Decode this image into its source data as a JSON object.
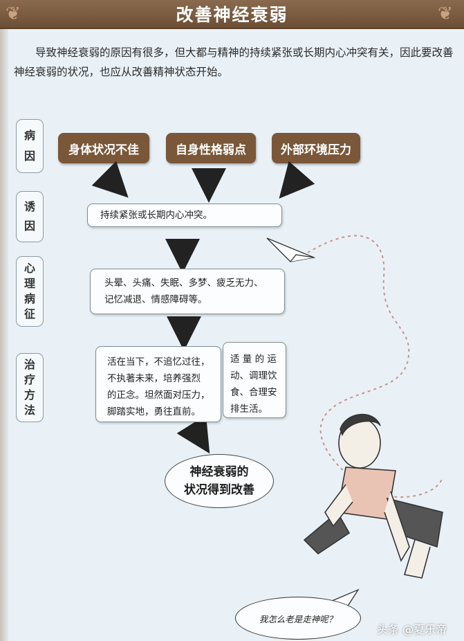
{
  "header": {
    "title": "改善神经衰弱"
  },
  "intro": "导致神经衰弱的原因有很多，但大都与精神的持续紧张或长期内心冲突有关，因此要改善神经衰弱的状况，也应从改善精神状态开始。",
  "labels": {
    "cause": [
      "病",
      "因"
    ],
    "trigger": [
      "诱",
      "因"
    ],
    "symptom": [
      "心",
      "理",
      "病",
      "征"
    ],
    "treatment": [
      "治",
      "疗",
      "方",
      "法"
    ]
  },
  "causes": [
    "身体状况不佳",
    "自身性格弱点",
    "外部环境压力"
  ],
  "trigger_text": "持续紧张或长期内心冲突。",
  "symptoms": [
    "头晕、头痛、失眠、多梦、疲乏无力、",
    "记忆减退、情感障碍等。"
  ],
  "treatment_left": [
    "活在当下，不追忆过往，",
    "不执著未来，培养强烈",
    "的正念。坦然面对压力，",
    "脚踏实地，勇往直前。"
  ],
  "treatment_right": [
    "适 量 的 运",
    "动、调理饮",
    "食、合理安",
    "排生活。"
  ],
  "result": [
    "神经衰弱的",
    "状况得到改善"
  ],
  "speech": "我怎么老是走神呢？",
  "watermark": "头条 @夏乐帝",
  "colors": {
    "header": "#6d4f36",
    "cause_box": "#7a5738",
    "background": "#e9f1f7",
    "trail": "#c9918a"
  }
}
